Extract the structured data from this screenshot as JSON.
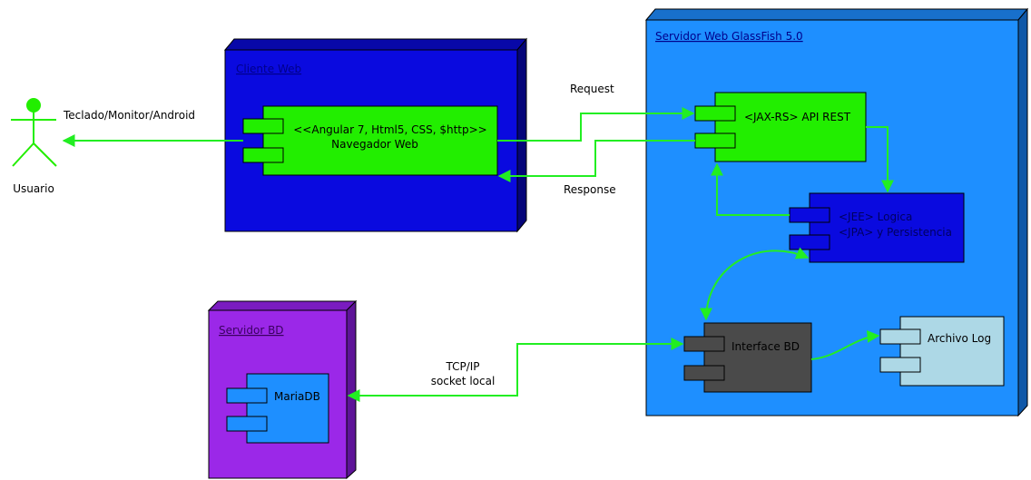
{
  "colors": {
    "cliente_node": "#0a0adf",
    "glassfish_node": "#1e8fff",
    "bd_node": "#9b28e8",
    "green_component": "#22ee00",
    "blue_component": "#0a0adf",
    "gray_component": "#4a4a4a",
    "light_component": "#add8e6",
    "mariadb_component": "#1e8fff",
    "edge": "#22ee22"
  },
  "actor": {
    "name": "Usuario"
  },
  "nodes": {
    "cliente": {
      "title": "Cliente Web"
    },
    "servidor_web": {
      "title": "Servidor Web GlassFish 5.0"
    },
    "servidor_bd": {
      "title": "Servidor BD"
    }
  },
  "components": {
    "navegador": {
      "line1": "<<Angular 7, Html5, CSS, $http>>",
      "line2": "Navegador Web"
    },
    "api": {
      "line1": "<JAX-RS> API REST"
    },
    "logica": {
      "line1": "<JEE> Logica",
      "line2": "<JPA> y Persistencia"
    },
    "interface_bd": {
      "line1": "Interface BD"
    },
    "archivo_log": {
      "line1": "Archivo Log"
    },
    "mariadb": {
      "line1": "MariaDB"
    }
  },
  "edges": {
    "usuario_navegador": "Teclado/Monitor/Android",
    "request": "Request",
    "response": "Response",
    "tcp_line1": "TCP/IP",
    "tcp_line2": "socket local"
  }
}
